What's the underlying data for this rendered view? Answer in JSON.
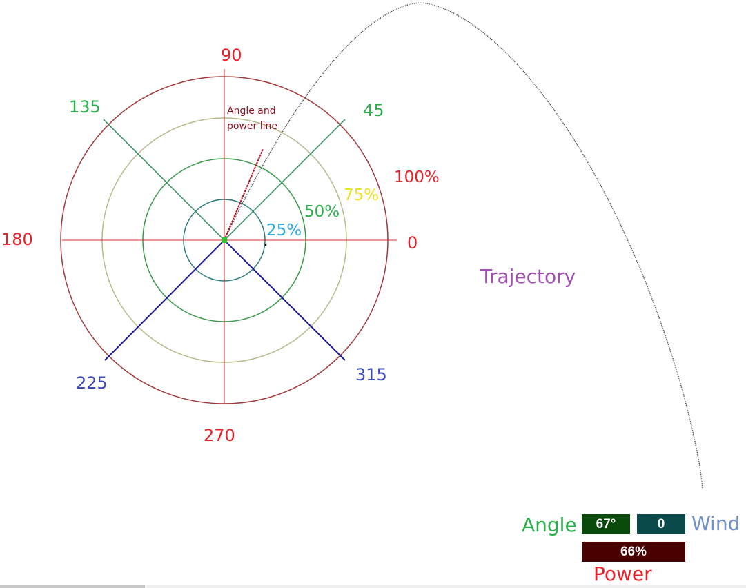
{
  "dial": {
    "angle_labels": {
      "a0": "0",
      "a45": "45",
      "a90": "90",
      "a135": "135",
      "a180": "180",
      "a225": "225",
      "a270": "270",
      "a315": "315"
    },
    "ring_labels": {
      "r25": "25%",
      "r50": "50%",
      "r75": "75%",
      "r100": "100%"
    },
    "annotation_line1": "Angle and",
    "annotation_line2": "power line"
  },
  "trajectory_label": "Trajectory",
  "hud": {
    "angle_label": "Angle",
    "angle_value": "67°",
    "wind_value": "0",
    "wind_label": "Wind",
    "power_value": "66%",
    "power_label": "Power"
  },
  "shot": {
    "angle_deg": 67,
    "power_percent": 66,
    "wind": 0
  },
  "colors": {
    "red": "#e8202a",
    "green": "#2ab04a",
    "blue": "#3a4ab8",
    "yellow": "#f0e020",
    "cyan": "#2aa8e0",
    "purple": "#a050b0",
    "ring_outer": "#a03a3a",
    "ring_75": "#b8b88a",
    "ring_50": "#3a9a4a",
    "ring_25": "#2a7a7a",
    "hud_angle_bg": "#0a4a0a",
    "hud_wind_bg": "#0a4a4a",
    "hud_power_bg": "#4a0000",
    "wind_label": "#7090c8"
  }
}
